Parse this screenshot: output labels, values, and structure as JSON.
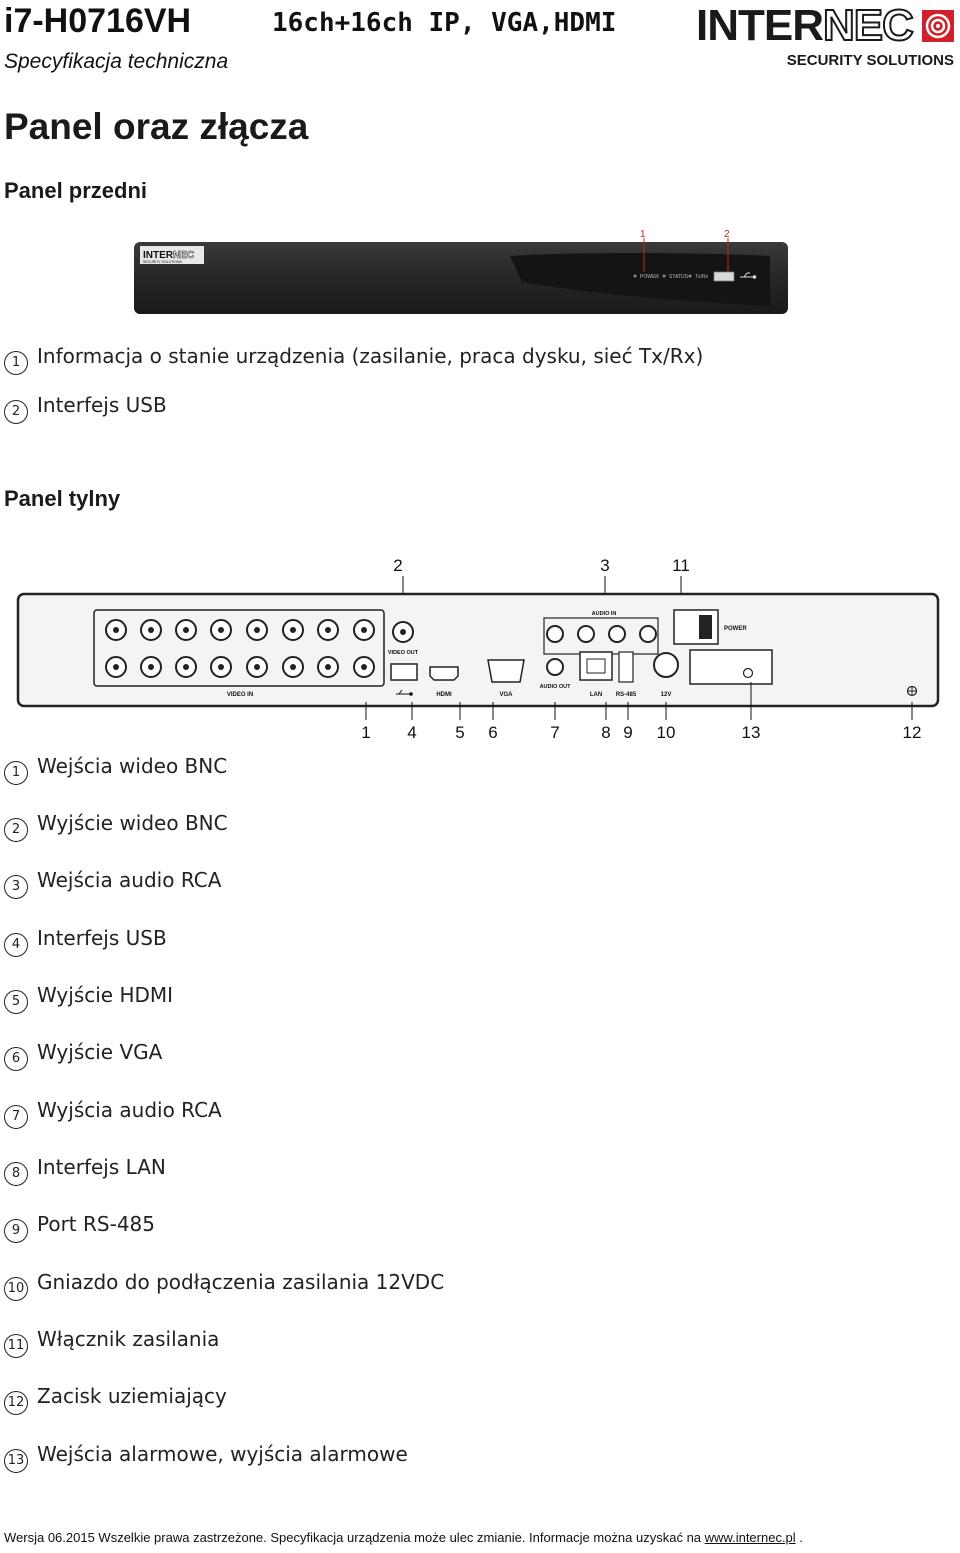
{
  "header": {
    "model": "i7-H0716VH",
    "channels": "16ch+16ch IP, VGA,HDMI",
    "subtitle": "Specyfikacja techniczna",
    "logo_main_a": "INTER",
    "logo_main_b": "NEC",
    "logo_sub": "SECURITY SOLUTIONS"
  },
  "page_title": "Panel oraz złącza",
  "front_panel": {
    "title": "Panel przedni",
    "callouts": [
      "1",
      "2"
    ],
    "device_logo_a": "INTER",
    "device_logo_b": "NEC",
    "device_logo_sub": "SECURITY SOLUTIONS",
    "led_labels": [
      "POWER",
      "STATUS",
      "Tx/Rx"
    ],
    "items": [
      {
        "num": "1",
        "text": "Informacja o stanie urządzenia (zasilanie, praca dysku, sieć Tx/Rx)"
      },
      {
        "num": "2",
        "text": "Interfejs USB"
      }
    ]
  },
  "rear_panel": {
    "title": "Panel tylny",
    "top_callouts": [
      "2",
      "3",
      "11"
    ],
    "bottom_callouts": [
      "1",
      "4",
      "5",
      "6",
      "7",
      "8",
      "9",
      "10",
      "13",
      "12"
    ],
    "port_labels": {
      "video_in": "VIDEO IN",
      "video_out": "VIDEO OUT",
      "hdmi": "HDMI",
      "vga": "VGA",
      "audio_in": "AUDIO IN",
      "audio_out": "AUDIO OUT",
      "lan": "LAN",
      "rs485": "RS-485",
      "power_in": "12V",
      "power": "POWER"
    },
    "items": [
      {
        "num": "1",
        "text": "Wejścia wideo BNC"
      },
      {
        "num": "2",
        "text": "Wyjście wideo BNC"
      },
      {
        "num": "3",
        "text": "Wejścia audio RCA"
      },
      {
        "num": "4",
        "text": "Interfejs USB"
      },
      {
        "num": "5",
        "text": "Wyjście HDMI"
      },
      {
        "num": "6",
        "text": "Wyjście VGA"
      },
      {
        "num": "7",
        "text": "Wyjścia audio RCA"
      },
      {
        "num": "8",
        "text": "Interfejs LAN"
      },
      {
        "num": "9",
        "text": "Port RS-485"
      },
      {
        "num": "10",
        "text": "Gniazdo do podłączenia zasilania 12VDC"
      },
      {
        "num": "11",
        "text": "Włącznik zasilania"
      },
      {
        "num": "12",
        "text": "Zacisk uziemiający"
      },
      {
        "num": "13",
        "text": "Wejścia alarmowe, wyjścia alarmowe"
      }
    ]
  },
  "footer": {
    "text": "Wersja 06.2015 Wszelkie prawa zastrzeżone. Specyfikacja urządzenia może ulec zmianie. Informacje można uzyskać na ",
    "link": "www.internec.pl",
    "end": " ."
  },
  "colors": {
    "logo_red": "#d0202a",
    "device_body": "#2b2b2b",
    "callout_red": "#c8231e"
  }
}
